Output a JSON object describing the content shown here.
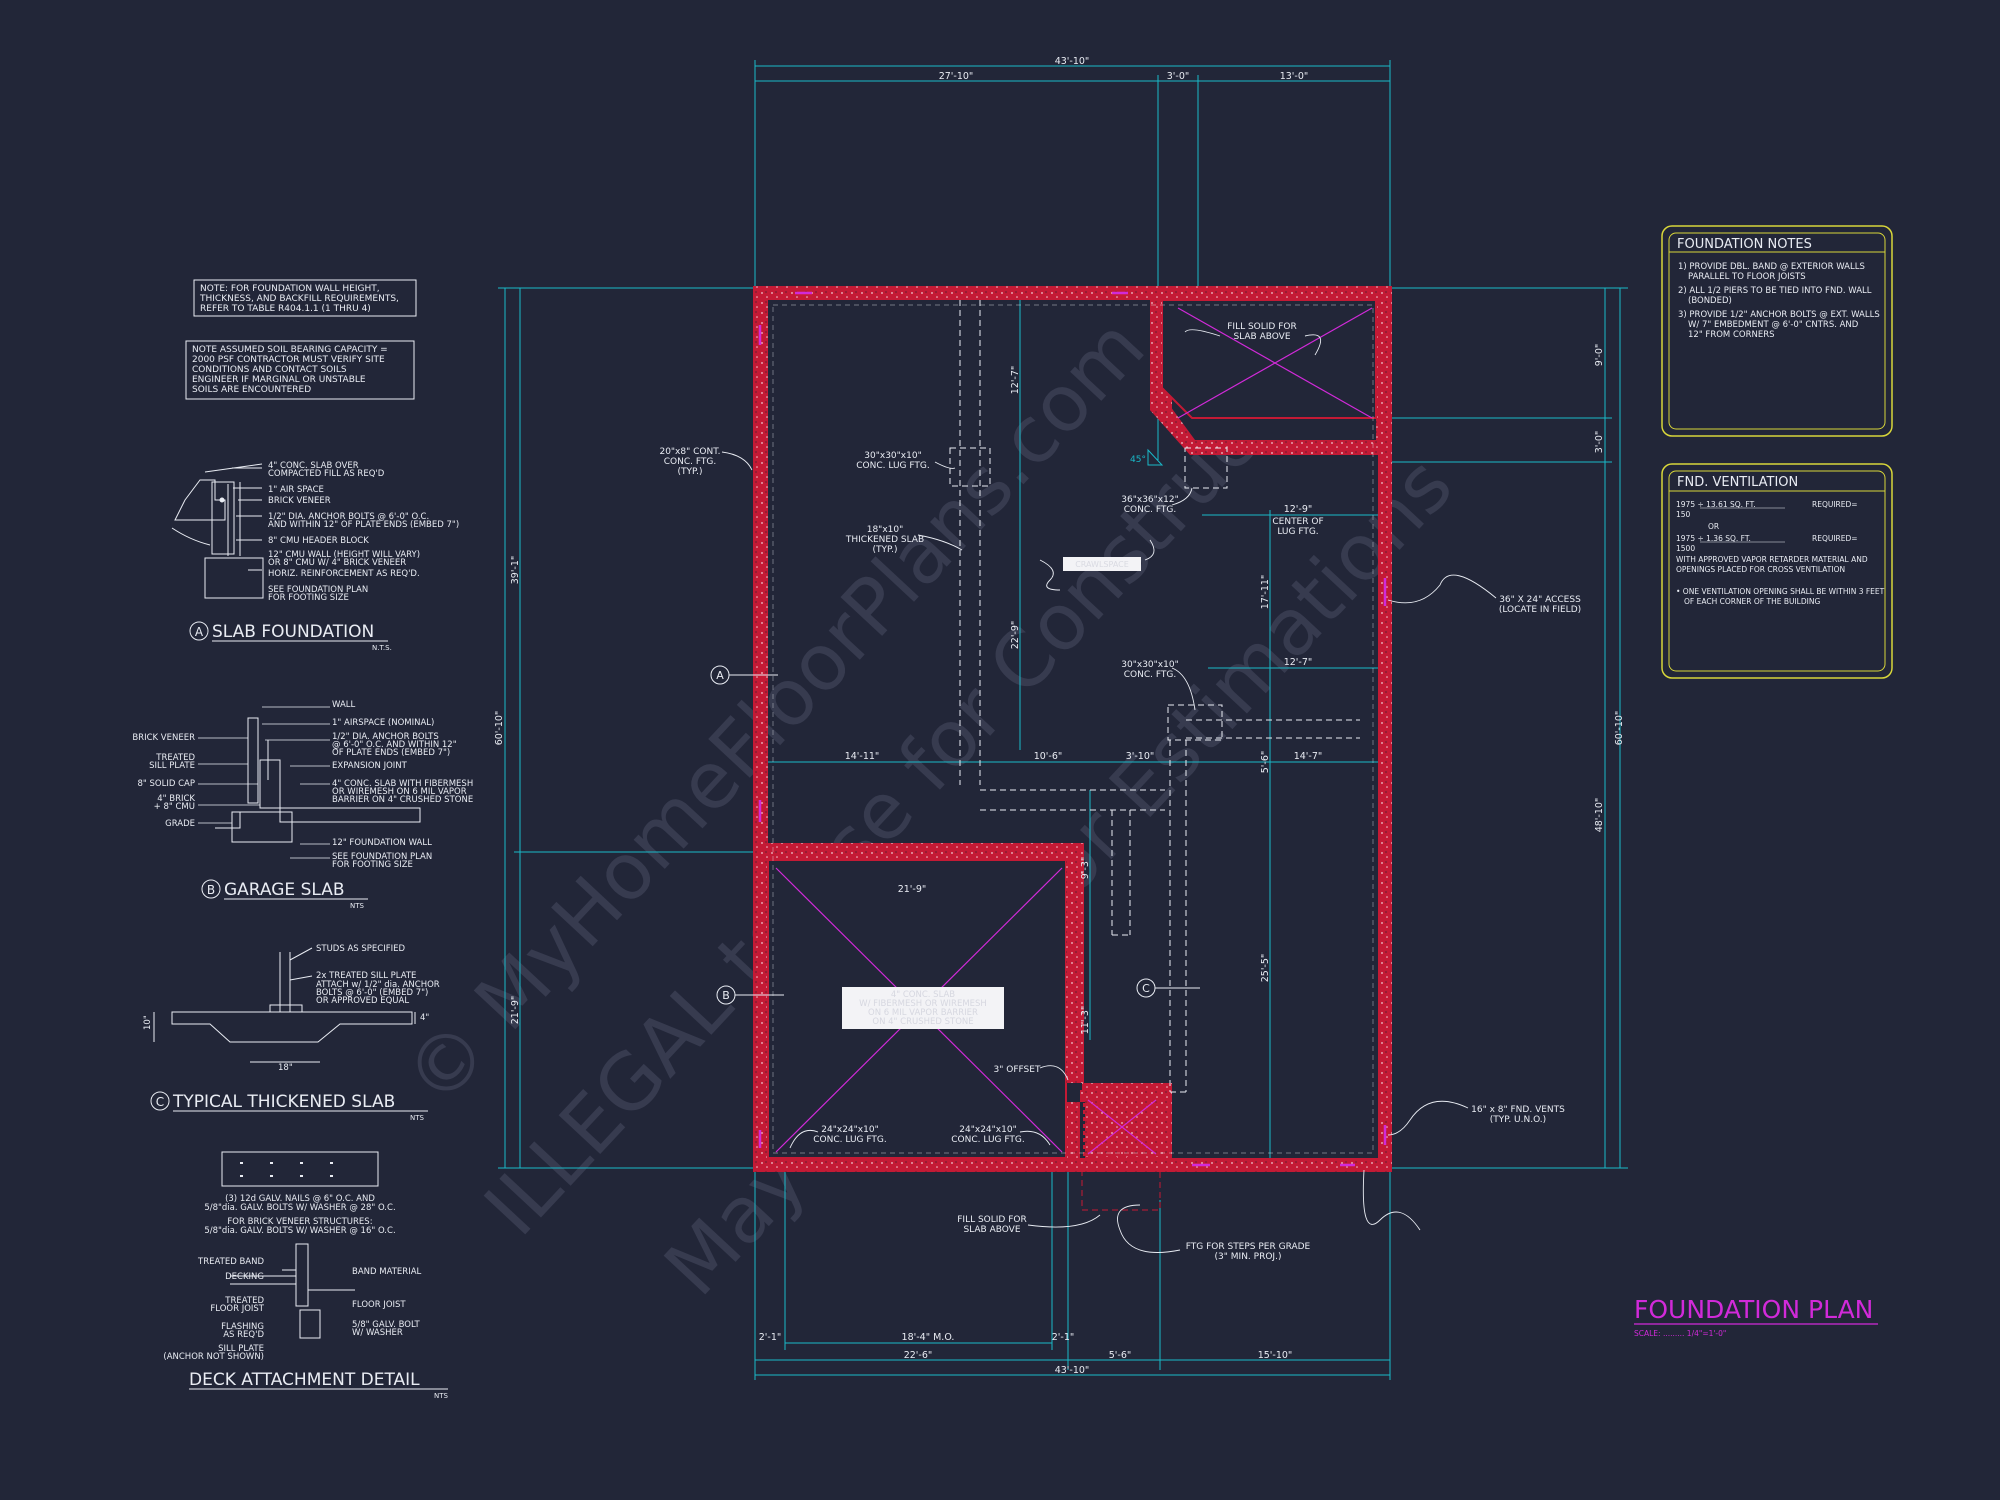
{
  "colors": {
    "background": "#222638",
    "wall": "#c41a35",
    "dim": "#19b9c9",
    "text": "#e9ecf3",
    "magenta": "#d12ad9",
    "notes_border": "#d8d63a",
    "white_box": "#f3f3f6",
    "watermark": "#3a3e52"
  },
  "notes_top": {
    "wall_note": [
      "NOTE: FOR FOUNDATION WALL HEIGHT,",
      "THICKNESS, AND BACKFILL REQUIREMENTS,",
      "REFER TO TABLE R404.1.1 (1 THRU 4)"
    ],
    "soil_note": [
      "NOTE ASSUMED SOIL BEARING CAPACITY =",
      "2000 PSF CONTRACTOR MUST VERIFY SITE",
      "CONDITIONS AND CONTACT SOILS",
      "ENGINEER IF MARGINAL OR UNSTABLE",
      "SOILS ARE ENCOUNTERED"
    ]
  },
  "details": {
    "a": {
      "letter": "A",
      "title": "SLAB FOUNDATION",
      "scale": "N.T.S.",
      "callouts": [
        "4\" CONC. SLAB OVER",
        "COMPACTED FILL AS REQ'D",
        "1\" AIR SPACE",
        "BRICK VENEER",
        "1/2\" DIA. ANCHOR BOLTS @ 6'-0\" O.C.",
        "AND WITHIN 12\" OF PLATE ENDS (EMBED 7\")",
        "8\" CMU HEADER BLOCK",
        "12\" CMU WALL (HEIGHT WILL VARY)",
        "OR 8\" CMU W/ 4\" BRICK VENEER",
        "HORIZ. REINFORCEMENT AS REQ'D.",
        "SEE FOUNDATION PLAN",
        "FOR FOOTING SIZE"
      ]
    },
    "b": {
      "letter": "B",
      "title": "GARAGE SLAB",
      "scale": "NTS",
      "callouts_right": [
        "WALL",
        "1\" AIRSPACE (NOMINAL)",
        "1/2\" DIA. ANCHOR BOLTS",
        "@ 6'-0\" O.C. AND WITHIN 12\"",
        "OF PLATE ENDS (EMBED 7\")",
        "EXPANSION JOINT",
        "4\" CONC. SLAB WITH FIBERMESH",
        "OR WIREMESH ON 6 MIL VAPOR",
        "BARRIER ON 4\" CRUSHED STONE",
        "12\" FOUNDATION WALL",
        "SEE FOUNDATION PLAN",
        "FOR FOOTING SIZE"
      ],
      "callouts_left": [
        "BRICK VENEER",
        "TREATED",
        "SILL PLATE",
        "8\" SOLID CAP",
        "4\" BRICK",
        "+ 8\" CMU",
        "GRADE"
      ]
    },
    "c": {
      "letter": "C",
      "title": "TYPICAL THICKENED SLAB",
      "scale": "NTS",
      "callouts": [
        "STUDS AS SPECIFIED",
        "2x TREATED SILL PLATE",
        "ATTACH w/ 1/2\" dia. ANCHOR",
        "BOLTS @ 6'-0\" (EMBED 7\")",
        "OR APPROVED EQUAL"
      ],
      "dims": [
        "18\"",
        "10\"",
        "4\""
      ]
    },
    "deck": {
      "title": "DECK ATTACHMENT DETAIL",
      "scale": "NTS",
      "nailing": [
        "(3) 12d GALV. NAILS @ 6\" O.C. AND",
        "5/8\"dia. GALV. BOLTS W/ WASHER @ 28\" O.C.",
        "FOR BRICK VENEER STRUCTURES:",
        "5/8\"dia. GALV. BOLTS W/ WASHER @ 16\" O.C."
      ],
      "callouts_left": [
        "TREATED BAND",
        "DECKING",
        "TREATED",
        "FLOOR JOIST",
        "FLASHING",
        "AS REQ'D",
        "SILL PLATE",
        "(ANCHOR NOT SHOWN)"
      ],
      "callouts_right": [
        "BAND MATERIAL",
        "FLOOR JOIST",
        "5/8\" GALV. BOLT",
        "W/ WASHER"
      ]
    }
  },
  "plan": {
    "top_dims": {
      "overall": "43'-10\"",
      "seg1": "27'-10\"",
      "seg2": "3'-0\"",
      "seg3": "13'-0\""
    },
    "bottom_dims": {
      "overall": "43'-10\"",
      "seg_a": "22'-6\"",
      "seg_b": "5'-6\"",
      "seg_c": "15'-10\"",
      "mo": "18'-4\" M.O.",
      "small1": "2'-1\"",
      "small2": "2'-1\""
    },
    "left_dims": {
      "overall": "60'-10\"",
      "upper": "39'-1\"",
      "lower": "21'-9\""
    },
    "right_dims": {
      "overall": "60'-10\"",
      "top": "9'-0\"",
      "mid": "3'-0\"",
      "rest": "48'-10\""
    },
    "interior_dims": [
      "12'-7\"",
      "22'-9\"",
      "12'-9\"",
      "17'-11\"",
      "12'-7\"",
      "5'-6\"",
      "14'-11\"",
      "10'-6\"",
      "3'-10\"",
      "14'-7\"",
      "9'-3\"",
      "11'-3\"",
      "25'-5\"",
      "21'-9\""
    ],
    "labels": {
      "cont_ftg": [
        "20\"x8\" CONT.",
        "CONC. FTG.",
        "(TYP.)"
      ],
      "lug_ftg_1": [
        "30\"x30\"x10\"",
        "CONC. LUG FTG."
      ],
      "thickened": [
        "18\"x10\"",
        "THICKENED SLAB",
        "(TYP.)"
      ],
      "fill_solid_top": [
        "FILL SOLID FOR",
        "SLAB ABOVE"
      ],
      "ftg_36": [
        "36\"x36\"x12\"",
        "CONC. FTG."
      ],
      "center_of": [
        "CENTER OF",
        "LUG FTG."
      ],
      "access": [
        "36\" X 24\" ACCESS",
        "(LOCATE IN FIELD)"
      ],
      "ftg_30": [
        "30\"x30\"x10\"",
        "CONC. FTG."
      ],
      "offset": "3\" OFFSET",
      "lug_24_a": [
        "24\"x24\"x10\"",
        "CONC. LUG FTG."
      ],
      "lug_24_b": [
        "24\"x24\"x10\"",
        "CONC. LUG FTG."
      ],
      "vents": [
        "16\" x 8\" FND. VENTS",
        "(TYP. U.N.O.)"
      ],
      "fill_solid_bottom": [
        "FILL SOLID FOR",
        "SLAB ABOVE"
      ],
      "steps": [
        "FTG FOR STEPS PER GRADE",
        "(3\" MIN. PROJ.)"
      ],
      "angle": "45°",
      "garage_slab": [
        "4\" CONC. SLAB",
        "W/ FIBERMESH OR WIREMESH",
        "ON 6 MIL VAPOR BARRIER",
        "ON 4\" CRUSHED STONE"
      ],
      "crawl": "CRAWLSPACE"
    },
    "section_markers": [
      "A",
      "B",
      "C"
    ]
  },
  "foundation_notes": {
    "title": "FOUNDATION NOTES",
    "items": [
      "1) PROVIDE DBL. BAND @ EXTERIOR WALLS",
      "PARALLEL TO FLOOR JOISTS",
      "2) ALL 1/2 PIERS TO BE TIED INTO FND. WALL",
      "(BONDED)",
      "3) PROVIDE 1/2\" ANCHOR BOLTS @ EXT. WALLS",
      "W/ 7\" EMBEDMENT @ 6'-0\" CNTRS. AND",
      "12\" FROM CORNERS"
    ]
  },
  "ventilation": {
    "title": "FND. VENTILATION",
    "lines": [
      "1975 ÷ 13.61 SQ. FT.",
      "REQUIRED=",
      "150",
      "OR",
      "1975 ÷ 1.36 SQ. FT.",
      "REQUIRED=",
      "1500",
      "WITH APPROVED VAPOR RETARDER MATERIAL AND",
      "OPENINGS PLACED FOR CROSS VENTILATION",
      "• ONE VENTILATION OPENING SHALL BE WITHIN 3 FEET",
      "OF EACH CORNER OF THE BUILDING"
    ]
  },
  "title_block": {
    "title": "FOUNDATION PLAN",
    "scale": "SCALE: ......... 1/4\"=1'-0\""
  },
  "watermark": [
    "© MyHomeFloorPlans.com",
    "ILLEGAL to use for Construction",
    "May be used for Estimations"
  ]
}
